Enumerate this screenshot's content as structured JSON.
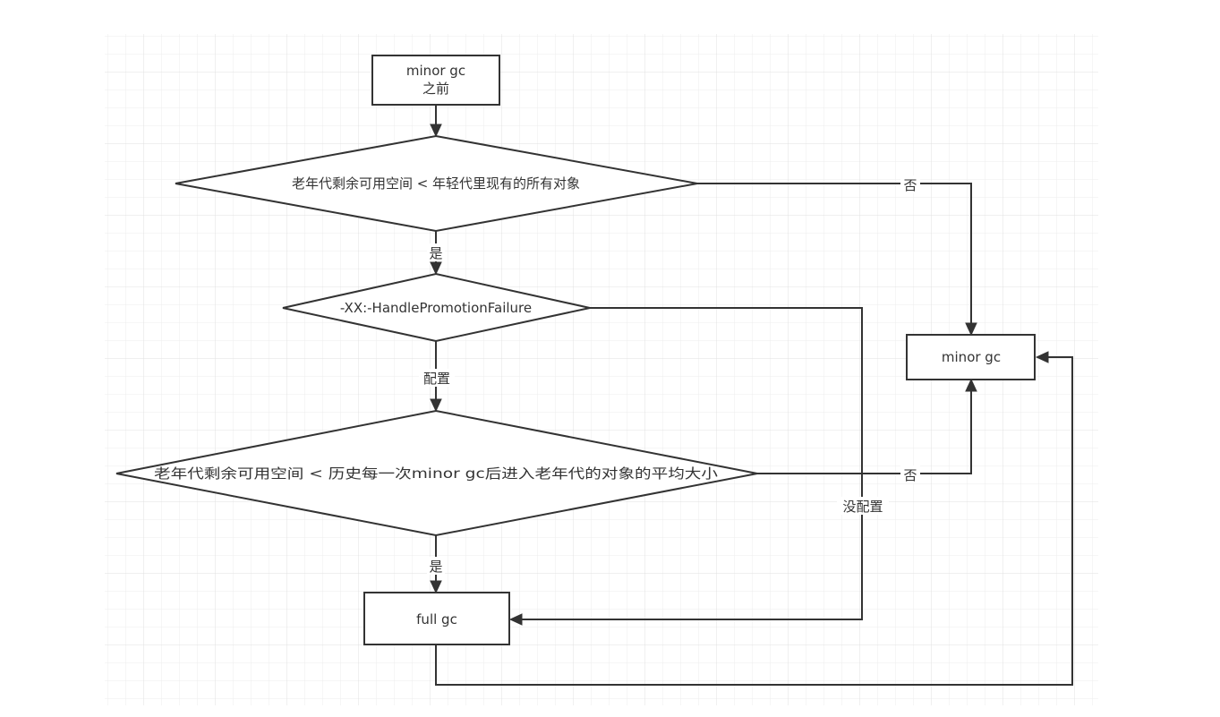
{
  "diagram": {
    "nodes": {
      "start": {
        "lines": [
          "minor gc",
          "之前"
        ]
      },
      "decision_old_space": {
        "text": "老年代剩余可用空间 < 年轻代里现有的所有对象"
      },
      "decision_flag": {
        "text": "-XX:-HandlePromotionFailure"
      },
      "decision_avg": {
        "text": "老年代剩余可用空间 < 历史每一次minor gc后进入老年代的对象的平均大小"
      },
      "minor_gc": {
        "text": "minor gc"
      },
      "full_gc": {
        "text": "full gc"
      }
    },
    "edges": {
      "yes_1": "是",
      "no_1": "否",
      "configured": "配置",
      "not_configured": "没配置",
      "no_2": "否",
      "yes_2": "是"
    },
    "colors": {
      "stroke": "#333333",
      "grid": "#e8e8e8",
      "background": "#ffffff"
    }
  }
}
